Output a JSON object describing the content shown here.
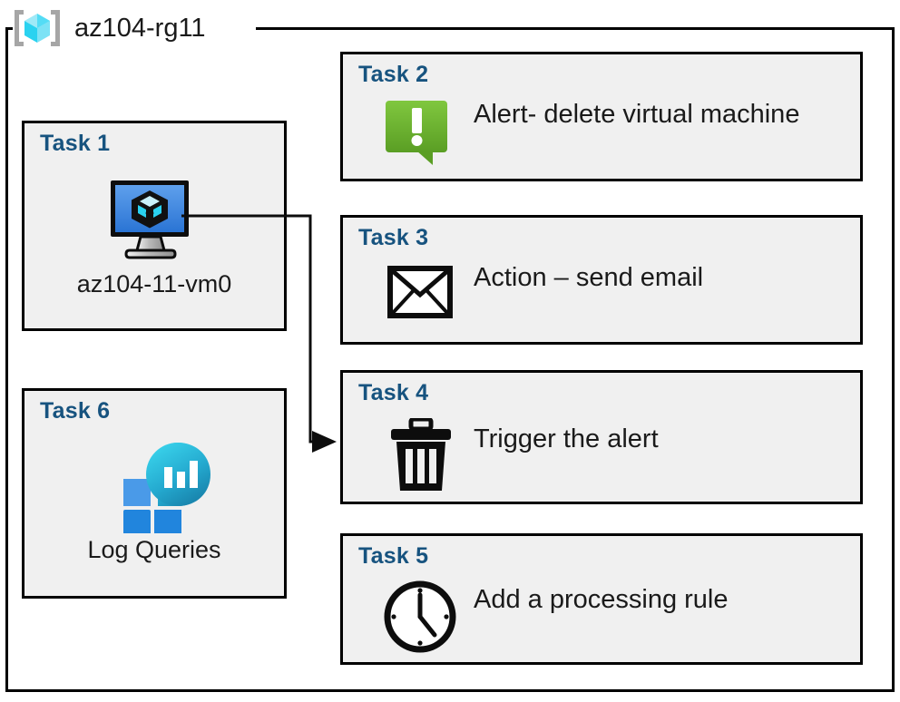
{
  "resource_group": {
    "name": "az104-rg11",
    "icon": "resource-group-cube-icon"
  },
  "colors": {
    "task_title": "#17537f",
    "box_fill": "#f0f0f0",
    "box_border": "#000000",
    "alert_green_light": "#7cc242",
    "alert_green_dark": "#5a9e24",
    "vm_screen_light": "#5a9ae8",
    "vm_screen_dark": "#2e79d8",
    "log_tile_light": "#4a9ae8",
    "log_tile_dark": "#2185dd",
    "log_bubble_light": "#32cbe8",
    "log_bubble_dark": "#1a7fa8"
  },
  "tasks": [
    {
      "id": "task1",
      "title": "Task 1",
      "caption": "az104-11-vm0",
      "icon": "virtual-machine-icon"
    },
    {
      "id": "task2",
      "title": "Task 2",
      "caption": "Alert- delete virtual machine",
      "icon": "alert-exclamation-icon"
    },
    {
      "id": "task3",
      "title": "Task 3",
      "caption": "Action – send email",
      "icon": "envelope-icon"
    },
    {
      "id": "task4",
      "title": "Task 4",
      "caption": "Trigger the alert",
      "icon": "trash-can-icon"
    },
    {
      "id": "task5",
      "title": "Task 5",
      "caption": "Add a processing rule",
      "icon": "clock-icon"
    },
    {
      "id": "task6",
      "title": "Task 6",
      "caption": "Log Queries",
      "icon": "log-queries-icon"
    }
  ],
  "connector": {
    "from": "virtual-machine-icon",
    "to": "task4",
    "marker": "arrowhead"
  }
}
